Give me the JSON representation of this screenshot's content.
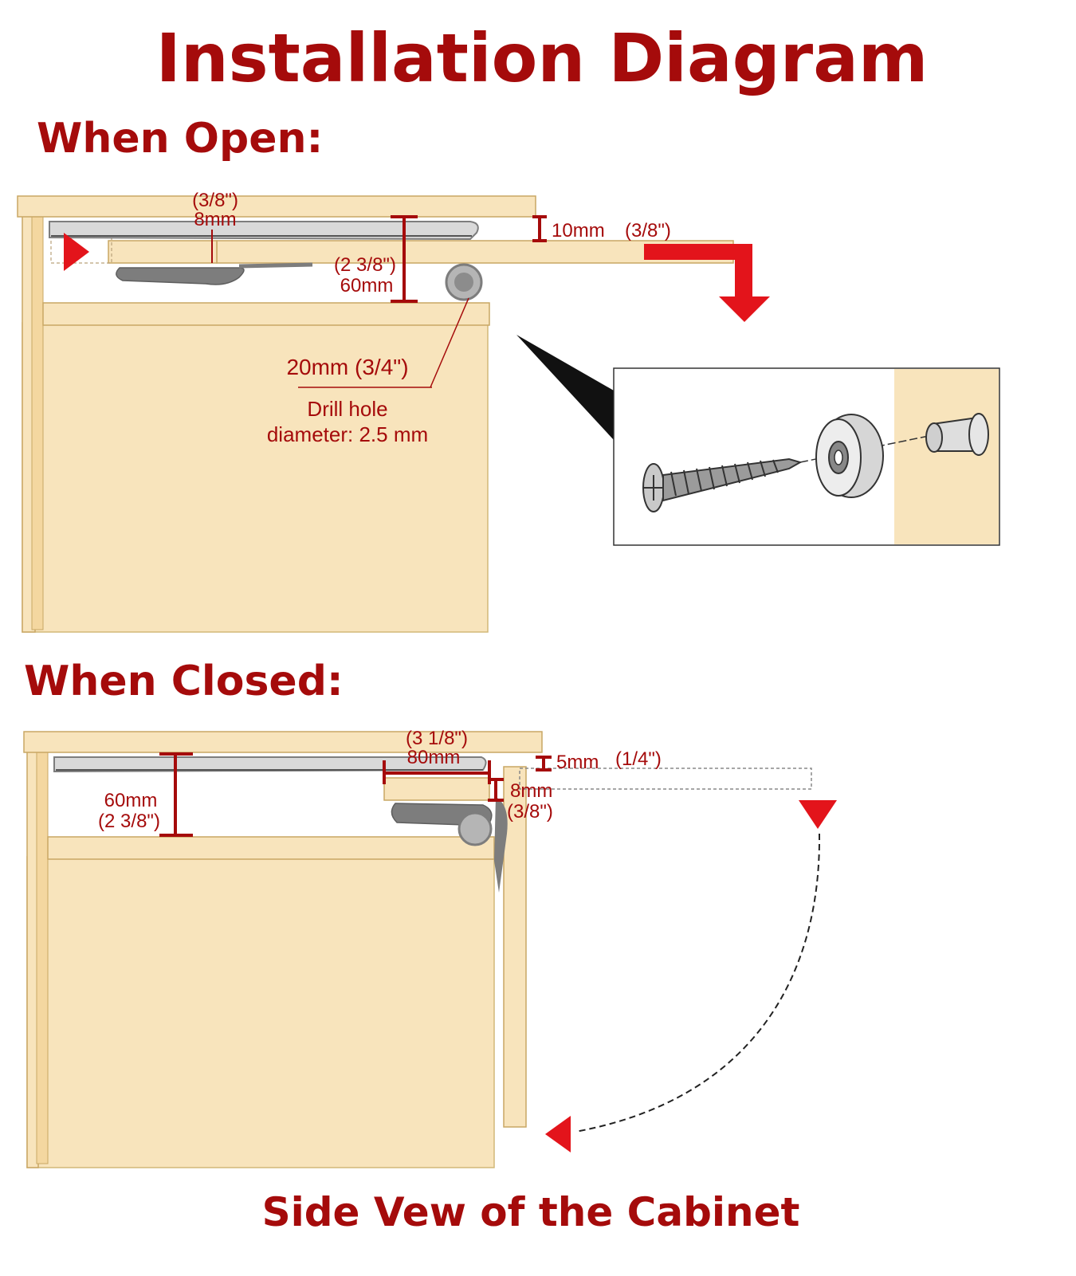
{
  "title": "Installation Diagram",
  "footer": "Side Vew of the Cabinet",
  "open": {
    "heading": "When Open:",
    "dim_top_in": "(3/8\")",
    "dim_top_mm": "8mm",
    "dim_gap": "10mm",
    "dim_gap_in": "(3/8\")",
    "dim_height_in": "(2 3/8\")",
    "dim_height_mm": "60mm",
    "roller": "20mm (3/4\")",
    "drill_line1": "Drill hole",
    "drill_line2": "diameter: 2.5 mm"
  },
  "closed": {
    "heading": "When Closed:",
    "dim_len_in": "(3 1/8\")",
    "dim_len_mm": "80mm",
    "dim_gap": "5mm",
    "dim_gap_in": "(1/4\")",
    "dim_small_mm": "8mm",
    "dim_small_in": "(3/8\")",
    "dim_height_mm": "60mm",
    "dim_height_in": "(2 3/8\")"
  },
  "colors": {
    "accent": "#a50b0b",
    "arrow": "#e3141b",
    "wood": "#f8e4bc",
    "wood_edge": "#e7c884",
    "metal": "#7d7d7d"
  }
}
